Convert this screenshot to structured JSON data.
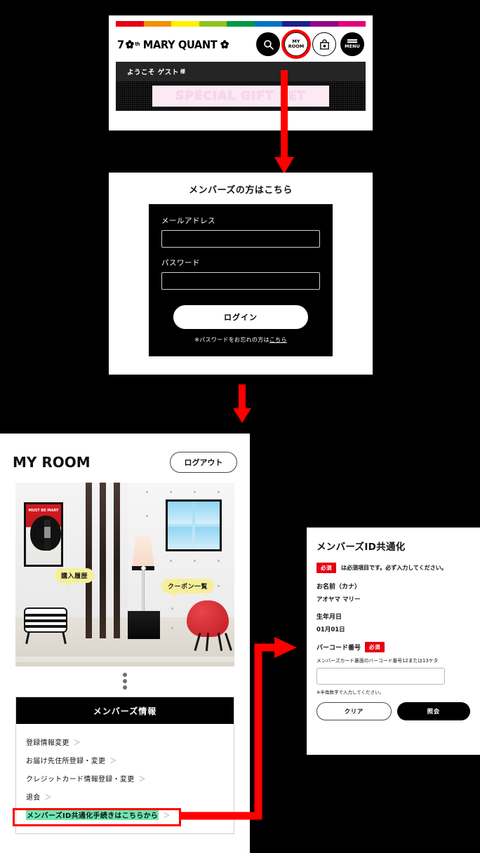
{
  "step1": {
    "rainbow_colors": [
      "#e60012",
      "#f29100",
      "#fff100",
      "#8fc31f",
      "#009944",
      "#0075c2",
      "#1d2088",
      "#920783",
      "#e4007f"
    ],
    "logo": {
      "number": "7",
      "sup": "th",
      "brand": "MARY QUANT"
    },
    "icons": [
      {
        "name": "search-icon",
        "label": ""
      },
      {
        "name": "my-room-button",
        "label_line1": "MY",
        "label_line2": "ROOM"
      },
      {
        "name": "cart-icon",
        "label": ""
      },
      {
        "name": "menu-button",
        "label": "MENU"
      }
    ],
    "welcome": "ようこそ ゲスト",
    "welcome_suffix": "様",
    "banner": "SPECIAL GIFT SET"
  },
  "step2": {
    "title": "メンバーズの方はこちら",
    "email_label": "メールアドレス",
    "email_value": "",
    "password_label": "パスワード",
    "password_value": "",
    "login_button": "ログイン",
    "forgot_prefix": "※パスワードをお忘れの方は",
    "forgot_link": "こちら"
  },
  "step3": {
    "title": "MY ROOM",
    "logout_button": "ログアウト",
    "room": {
      "poster_text": "MUST BE MARY",
      "bubble_history": "購入履歴",
      "bubble_coupon": "クーポン一覧"
    },
    "members_info": {
      "header": "メンバーズ情報",
      "links": [
        {
          "label": "登録情報変更",
          "chev": "＞",
          "highlight": false
        },
        {
          "label": "お届け先住所登録・変更",
          "chev": "＞",
          "highlight": false
        },
        {
          "label": "クレジットカード情報登録・変更",
          "chev": "＞",
          "highlight": false
        },
        {
          "label": "退会",
          "chev": "＞",
          "highlight": false
        },
        {
          "label": "メンバーズID共通化手続きはこちらから",
          "chev": "＞",
          "highlight": true
        }
      ]
    }
  },
  "step4": {
    "title": "メンバーズID共通化",
    "required_badge": "必須",
    "required_note": "は必須項目です。必ず入力してください。",
    "name_label": "お名前（カナ）",
    "name_value": "アオヤマ マリー",
    "birth_label": "生年月日",
    "birth_value": "01月01日",
    "barcode_label": "バーコード番号",
    "barcode_badge": "必須",
    "barcode_help": "メンバーズカード裏面のバーコード番号12または13ケタ",
    "barcode_value": "",
    "barcode_note": "※半角数字で入力してください。",
    "clear_button": "クリア",
    "submit_button": "照会"
  },
  "colors": {
    "arrow_red": "#ff0000",
    "highlight_green": "#6ee7b0",
    "required_red": "#e60012",
    "background": "#000000"
  }
}
